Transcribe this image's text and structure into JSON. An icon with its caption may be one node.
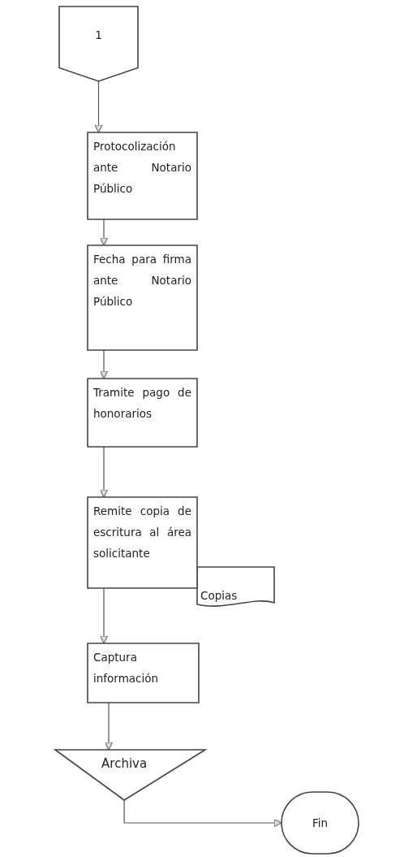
{
  "diagram": {
    "nodes": [
      {
        "text": [
          "1"
        ]
      },
      {
        "text": [
          "Protocolización ante Notario Público"
        ]
      },
      {
        "text": [
          "Fecha para firma ante Notario Público"
        ]
      },
      {
        "text": [
          "Tramite pago de honorarios"
        ]
      },
      {
        "text": [
          "Remite copia de escritura al área solicitante"
        ]
      },
      {
        "text": [
          "Copias"
        ]
      },
      {
        "text": [
          "Captura información"
        ]
      },
      {
        "text": [
          "Archiva"
        ]
      },
      {
        "text": [
          "Fin"
        ]
      }
    ],
    "edges": [
      {
        "from": 0,
        "to": 1,
        "arrow": "to"
      },
      {
        "from": 1,
        "to": 2,
        "arrow": "to"
      },
      {
        "from": 2,
        "to": 3,
        "arrow": "to"
      },
      {
        "from": 3,
        "to": 4,
        "arrow": "to"
      },
      {
        "from": 4,
        "to": 6,
        "arrow": "to"
      },
      {
        "from": 6,
        "to": 7,
        "arrow": "to"
      },
      {
        "from": 7,
        "to": 8,
        "arrow": "to"
      }
    ]
  }
}
